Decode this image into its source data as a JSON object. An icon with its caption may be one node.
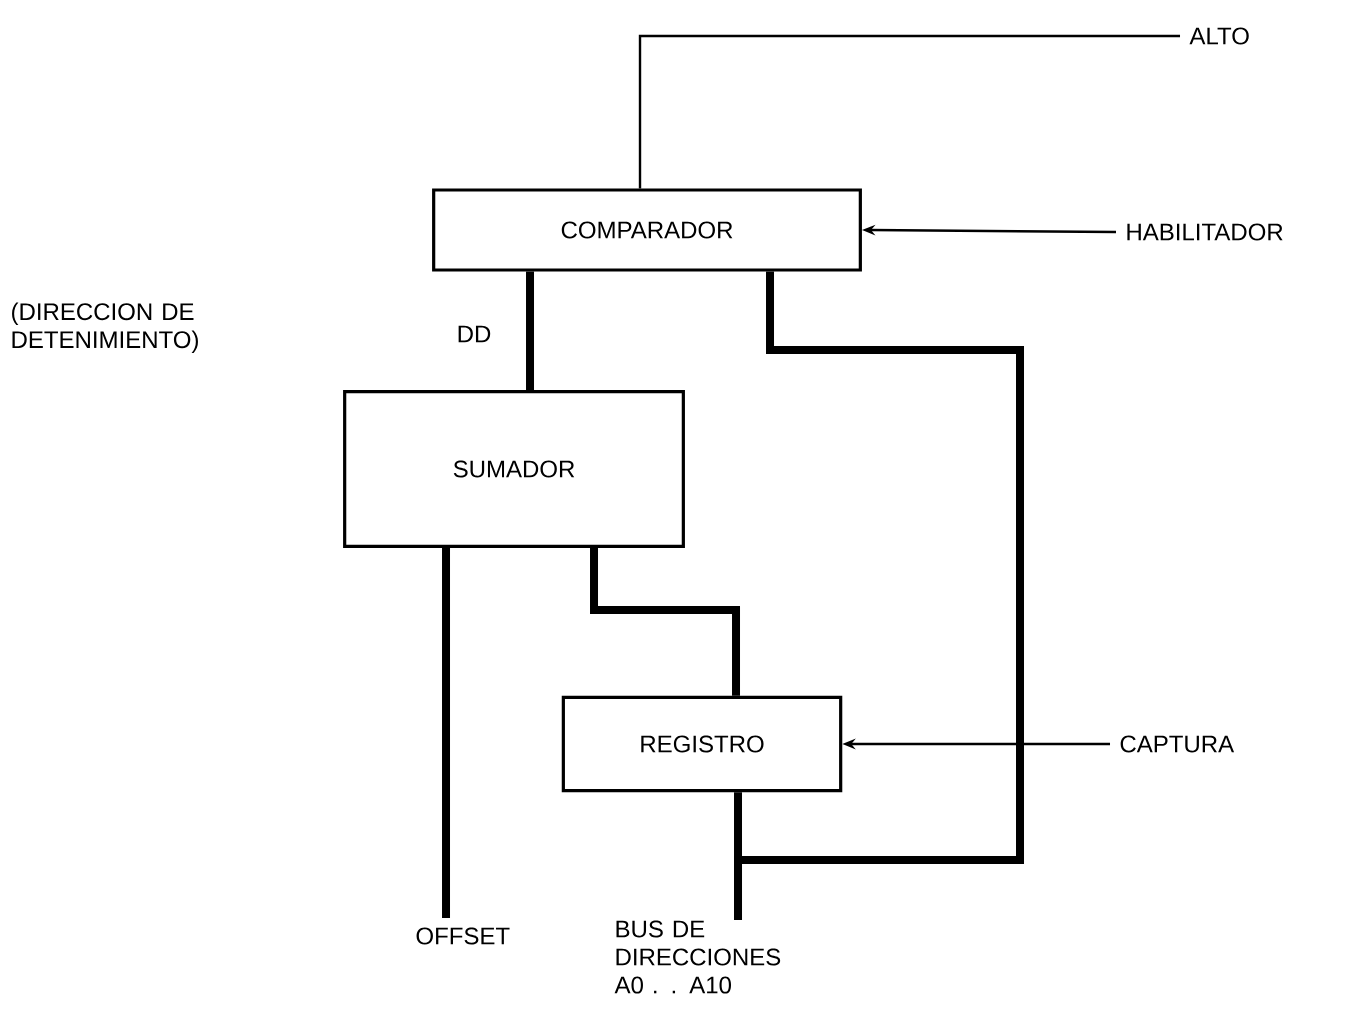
{
  "diagram": {
    "nodes": [
      {
        "text": [
          "COMPARADOR"
        ]
      },
      {
        "text": [
          "SUMADOR"
        ]
      },
      {
        "text": [
          "REGISTRO"
        ]
      },
      {
        "text": [
          "ALTO"
        ]
      },
      {
        "text": [
          "HABILITADOR"
        ]
      },
      {
        "text": [
          "CAPTURA"
        ]
      },
      {
        "text": [
          "OFFSET"
        ]
      },
      {
        "text": [
          "BUS DE DIRECCIONES A0 . . A10"
        ]
      }
    ],
    "edges": [
      {
        "from": 3,
        "to": 0,
        "arrow": "none"
      },
      {
        "from": 4,
        "to": 0,
        "arrow": "to"
      },
      {
        "from": 0,
        "to": 1,
        "arrow": "none",
        "label": "DD"
      },
      {
        "from": 0,
        "to": 7,
        "arrow": "none"
      },
      {
        "from": 1,
        "to": 2,
        "arrow": "none"
      },
      {
        "from": 1,
        "to": 6,
        "arrow": "none"
      },
      {
        "from": 2,
        "to": 7,
        "arrow": "none"
      },
      {
        "from": 5,
        "to": 2,
        "arrow": "to"
      }
    ],
    "labels": [
      "(DIRECCION DE DETENIMIENTO)"
    ]
  }
}
